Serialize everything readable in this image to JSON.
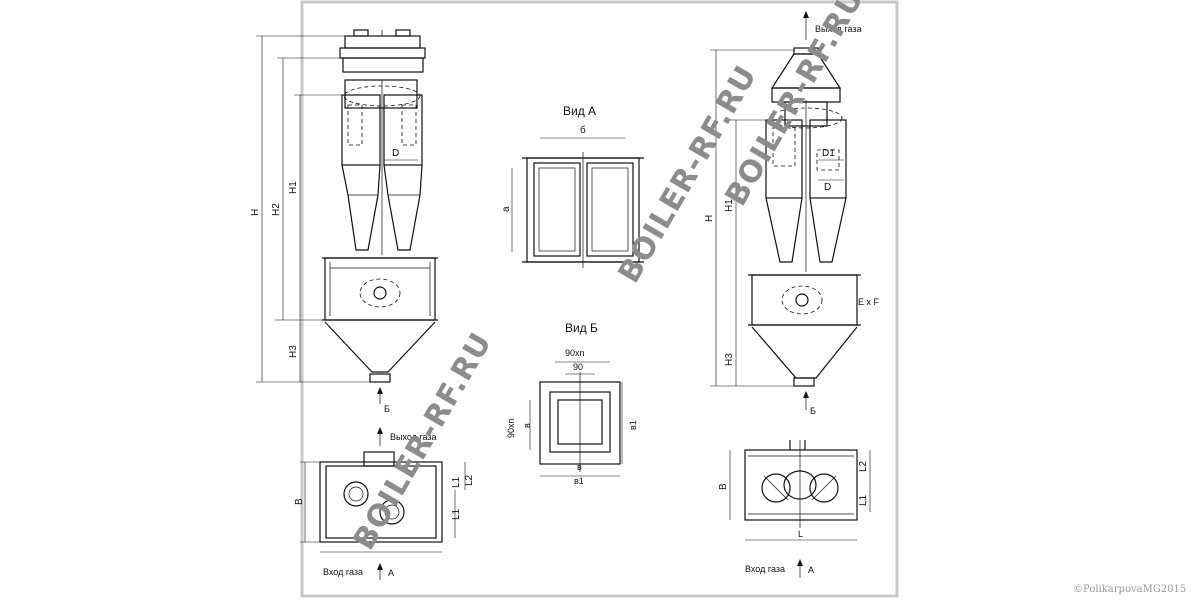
{
  "labels": {
    "gas_out": "Выход газа",
    "gas_in": "Вход газа",
    "arrow_a": "А",
    "arrow_b": "Б",
    "view_a": "Вид А",
    "view_b": "Вид Б",
    "dim_H": "H",
    "dim_H1": "H1",
    "dim_H2": "H2",
    "dim_H3": "H3",
    "dim_D": "D",
    "dim_D1": "D1",
    "dim_B": "B",
    "dim_L": "L",
    "dim_L1": "L1",
    "dim_L2": "L2",
    "dim_ExF": "E x F",
    "dim_a": "a",
    "dim_b": "б",
    "dim_90xn": "90xn",
    "dim_90": "90",
    "dim_90n": "90xn",
    "dim_v": "в",
    "dim_v1": "в1"
  },
  "watermark": "BOILER-RF.RU",
  "copyright": "©PolikarpovaMG2015",
  "colors": {
    "frame": "#c8c8c8",
    "ink": "#111111",
    "watermark": "#8c8c8c"
  }
}
